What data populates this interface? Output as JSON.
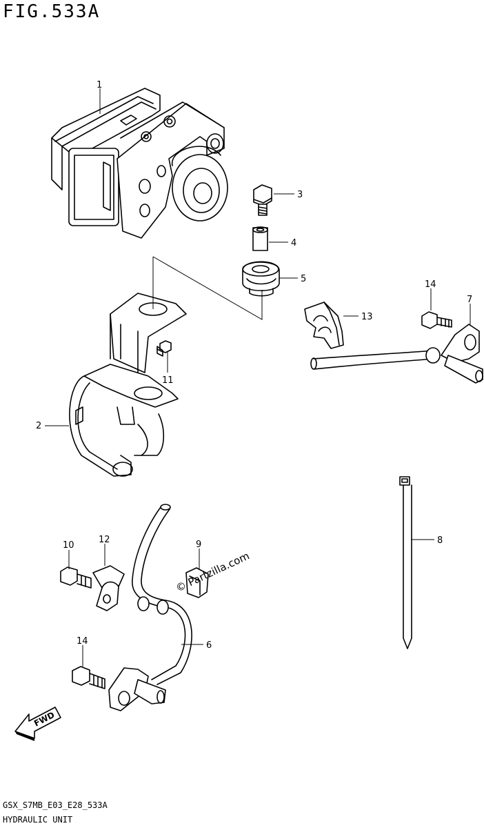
{
  "header": {
    "figure_title": "FIG.533A"
  },
  "footer": {
    "code": "GSX_S7MB_E03_E28_533A",
    "description": "HYDRAULIC UNIT"
  },
  "watermark": {
    "text": "© Partzilla.com"
  },
  "direction_marker": {
    "text": "FWD",
    "icon": "arrow-left-icon"
  },
  "callouts": [
    {
      "id": "c1",
      "label": "1"
    },
    {
      "id": "c2",
      "label": "2"
    },
    {
      "id": "c3",
      "label": "3"
    },
    {
      "id": "c4",
      "label": "4"
    },
    {
      "id": "c5",
      "label": "5"
    },
    {
      "id": "c6",
      "label": "6"
    },
    {
      "id": "c7",
      "label": "7"
    },
    {
      "id": "c8",
      "label": "8"
    },
    {
      "id": "c9",
      "label": "9"
    },
    {
      "id": "c10",
      "label": "10"
    },
    {
      "id": "c11",
      "label": "11"
    },
    {
      "id": "c12",
      "label": "12"
    },
    {
      "id": "c13",
      "label": "13"
    },
    {
      "id": "c14a",
      "label": "14"
    },
    {
      "id": "c14b",
      "label": "14"
    }
  ]
}
